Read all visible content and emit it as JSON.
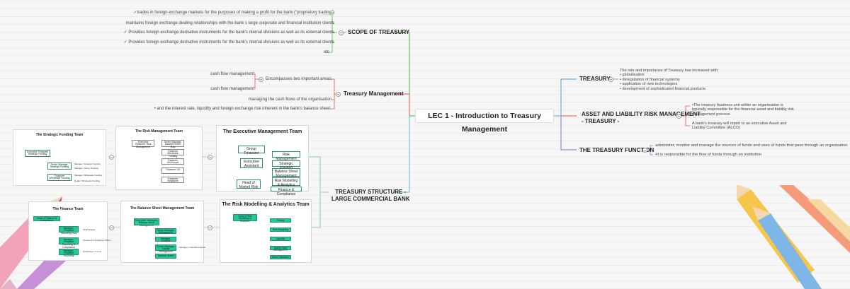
{
  "central": "LEC 1 - Introduction to Treasury Management",
  "scope": {
    "title": "SCOPE OF TREASURY",
    "items": [
      "✓trades in foreign exchange markets for the purposes of making a profit for the bank (\"proprietory trading\")",
      "maintains foreign exchange dealing relationships with the bank s large corporate and financial institution clients",
      "✓ Provides foreign exchange derivative instruments for the bank's nternal divisions as well as its external clients",
      "✓ Provides foreign exchange derivative instruments for the bank's nternal divisions as well as its external clients",
      "etc"
    ]
  },
  "tm": {
    "title": "Treasury Management",
    "encompasses": "Encompasses two important areas:",
    "cash1": "cash flow management",
    "cash2": "cash flow management",
    "managing": "managing the cash flows of the organisation",
    "rates": "• and the interest rate, liquidity and foreign exchange risk inherent in the bank's balance sheet"
  },
  "structure": {
    "title1": "TREASURY STRUCTURE -",
    "title2": "LARGE COMMERCIAL BANK",
    "thumbs": {
      "sf": {
        "title": "The Strategic Funding Team",
        "b1": "Executive Treasurer Strategic Funding",
        "b2": "Senior Manager, Strategic Funding",
        "b3": "Treasurer Wholesale Funding",
        "l1": "Manager, Strategic Funding",
        "l2": "Manager, Group Treasury",
        "l3": "Manager, Wholesale Funding",
        "l4": "Dealer, Wholesale Funding"
      },
      "rm": {
        "title": "The Risk Management Team",
        "b1": "Executive Treasurer, Risk Management",
        "b2": "Senior Manager, Balance Sheet Risk",
        "b3": "Treasurer Wholesale Funding",
        "b4": "Treasurer UK/Europe",
        "b5": "Treasurer US",
        "b6": "Treasurer Singapore"
      },
      "ex": {
        "title": "The Executive Management Team",
        "b1": "Group Treasurer",
        "b2": "Executive Assistant",
        "b3": "Head of Market Risk",
        "b4": "Risk Management",
        "b5": "Strategic Funding",
        "b6": "Balance Sheet Management",
        "b7": "Risk Modelling & Analytics",
        "b8": "Finance & Compliance"
      },
      "fin": {
        "title": "The Finance Team",
        "b1": "Head of Finance & Compliance",
        "b2": "Manager, Financial Reporting (NZ)",
        "b3": "Manager, Financial Reporting & Compliance",
        "b4": "Manager, Financial Reporting",
        "l1": "STEI Analyst",
        "l2": "Finance & Compliance Officer",
        "l3": "Graduates x 2 to at"
      },
      "bs": {
        "title": "The Balance Sheet Management Team",
        "b1": "Executive Treasurer, Balance Sheet Management",
        "b2": "Senior Manager, Management",
        "b3": "Manager, Analysis",
        "b4": "Senior Manager, Capital Management",
        "b5": "Balance Sheet",
        "l1": "Manager, Financial Analysis"
      },
      "rma": {
        "title": "The Risk Modelling & Analytics Team",
        "b1": "Head of Risk Modelling & Analytics",
        "b2": "Pricing",
        "b3": "Risk Reporting",
        "b4": "Liquidity",
        "b5": "Market Data Management",
        "b6": "Model Validation"
      }
    }
  },
  "treasury": {
    "title": "TREASURY",
    "note": [
      "The role and importance of Treasury has increased with:",
      "• globalisation",
      "• deregulation of financial systems",
      "• application of new technologies",
      "• development of sophisticated financial products"
    ]
  },
  "alrm": {
    "title1": "ASSET AND LIABILITY RISK MANAGEMENT",
    "title2": "- TREASURY -",
    "n1": [
      "•The treasury business unit within an organisation is",
      "typically responsible for the financial asset and liability risk",
      "management process"
    ],
    "n2": [
      "A bank's treasury will report to an executive Asset and",
      "Liability Committee (ALCO)"
    ]
  },
  "func": {
    "title": "THE TREASURY FUNCTION",
    "i1": "administer, monitor and manage the sources of funds and uses of funds that pass through an organisation",
    "i2": "•It is responsible for the flow of funds through an institution"
  },
  "colors": {
    "scope": "#55b04a",
    "tm": "#e0574c",
    "structure": "#5bc2c7",
    "treasury": "#4aa3dc",
    "alrm": "#e0574c",
    "func": "#8b6fd6",
    "team_green": "#1fc99a"
  }
}
